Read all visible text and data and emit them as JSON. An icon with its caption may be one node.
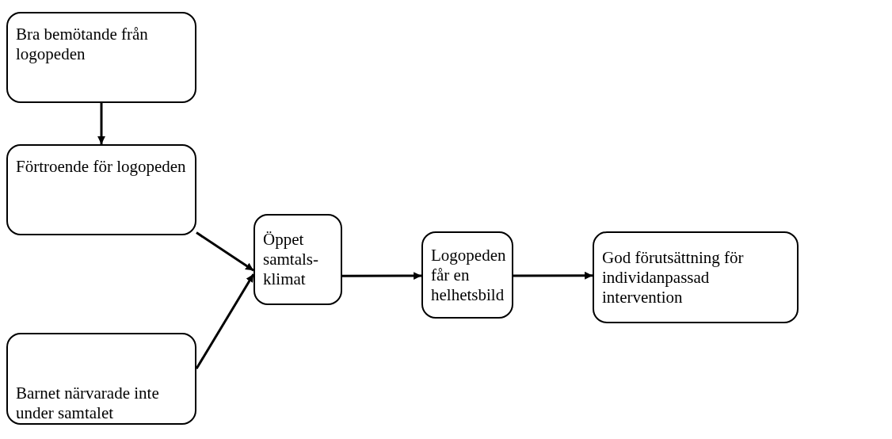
{
  "diagram": {
    "nodes": [
      {
        "text": [
          "Bra bemötande från logopeden"
        ]
      },
      {
        "text": [
          "Förtroende för logopeden"
        ]
      },
      {
        "text": [
          "Öppet samtals- klimat"
        ]
      },
      {
        "text": [
          "Barnet närvarade inte under samtalet"
        ]
      },
      {
        "text": [
          "Logopeden får en helhetsbild"
        ]
      },
      {
        "text": [
          "God förutsättning för individanpassad intervention"
        ]
      }
    ],
    "edges": [
      {
        "from": 0,
        "to": 1,
        "arrow": "to"
      },
      {
        "from": 1,
        "to": 2,
        "arrow": "to"
      },
      {
        "from": 3,
        "to": 2,
        "arrow": "to"
      },
      {
        "from": 2,
        "to": 4,
        "arrow": "to"
      },
      {
        "from": 4,
        "to": 5,
        "arrow": "to"
      }
    ]
  }
}
